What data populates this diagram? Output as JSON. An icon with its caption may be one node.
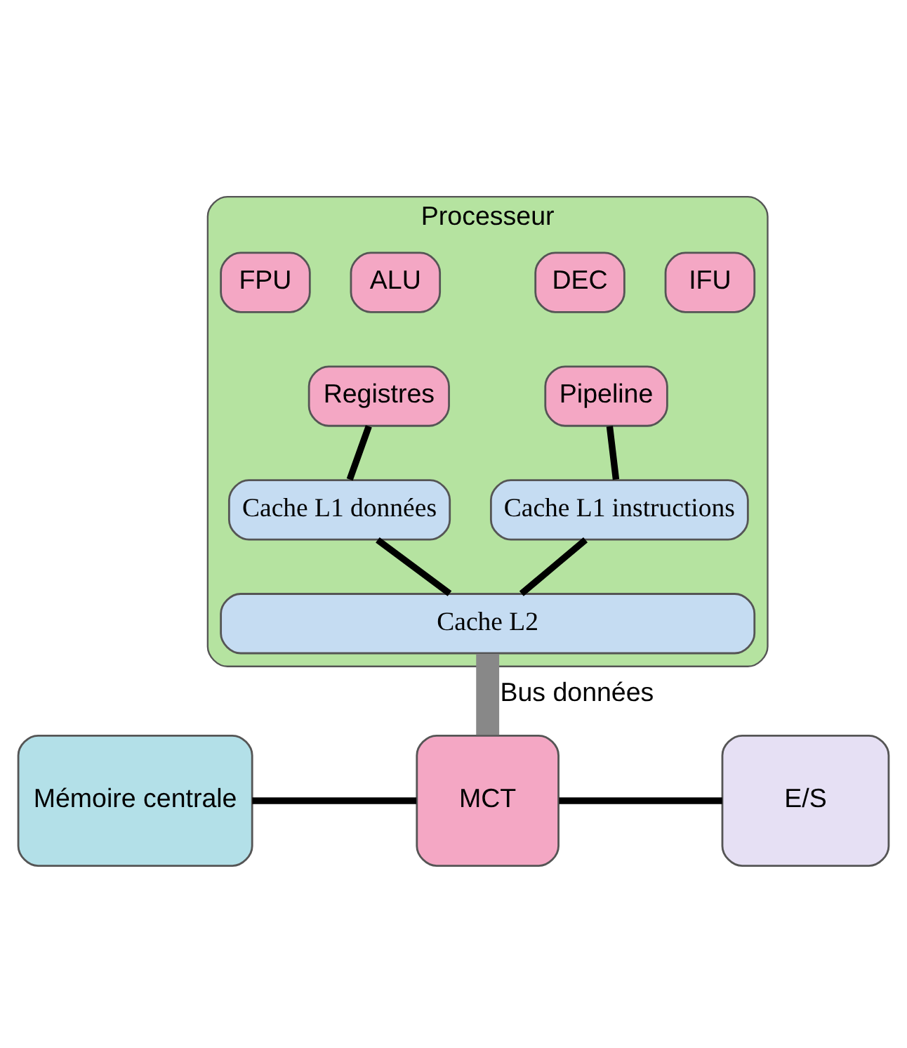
{
  "diagram": {
    "nodes": [
      {
        "text": [
          "Processeur"
        ]
      },
      {
        "text": [
          "IFU"
        ],
        "in": 0
      },
      {
        "text": [
          "DEC"
        ],
        "in": 0
      },
      {
        "text": [
          "ALU"
        ],
        "in": 0
      },
      {
        "text": [
          "FPU"
        ],
        "in": 0
      },
      {
        "text": [
          "Pipeline"
        ],
        "in": 0
      },
      {
        "text": [
          "Registres"
        ],
        "in": 0
      },
      {
        "text": [
          "Cache L1 instructions"
        ],
        "in": 0
      },
      {
        "text": [
          "Cache L1 données"
        ],
        "in": 0
      },
      {
        "text": [
          "Cache L2"
        ],
        "in": 0
      },
      {
        "text": [
          "Mémoire centrale"
        ]
      },
      {
        "text": [
          "MCT"
        ]
      },
      {
        "text": [
          "E/S"
        ]
      }
    ],
    "edges": [
      {
        "from": 5,
        "to": 7,
        "arrow": "none"
      },
      {
        "from": 6,
        "to": 8,
        "arrow": "none"
      },
      {
        "from": 7,
        "to": 9,
        "arrow": "none"
      },
      {
        "from": 8,
        "to": 9,
        "arrow": "none"
      },
      {
        "from": 9,
        "to": 11,
        "arrow": "none",
        "label": "Bus données",
        "style": "thick",
        "color": "#888888"
      },
      {
        "from": 10,
        "to": 11,
        "arrow": "none"
      },
      {
        "from": 11,
        "to": 12,
        "arrow": "none"
      }
    ]
  }
}
